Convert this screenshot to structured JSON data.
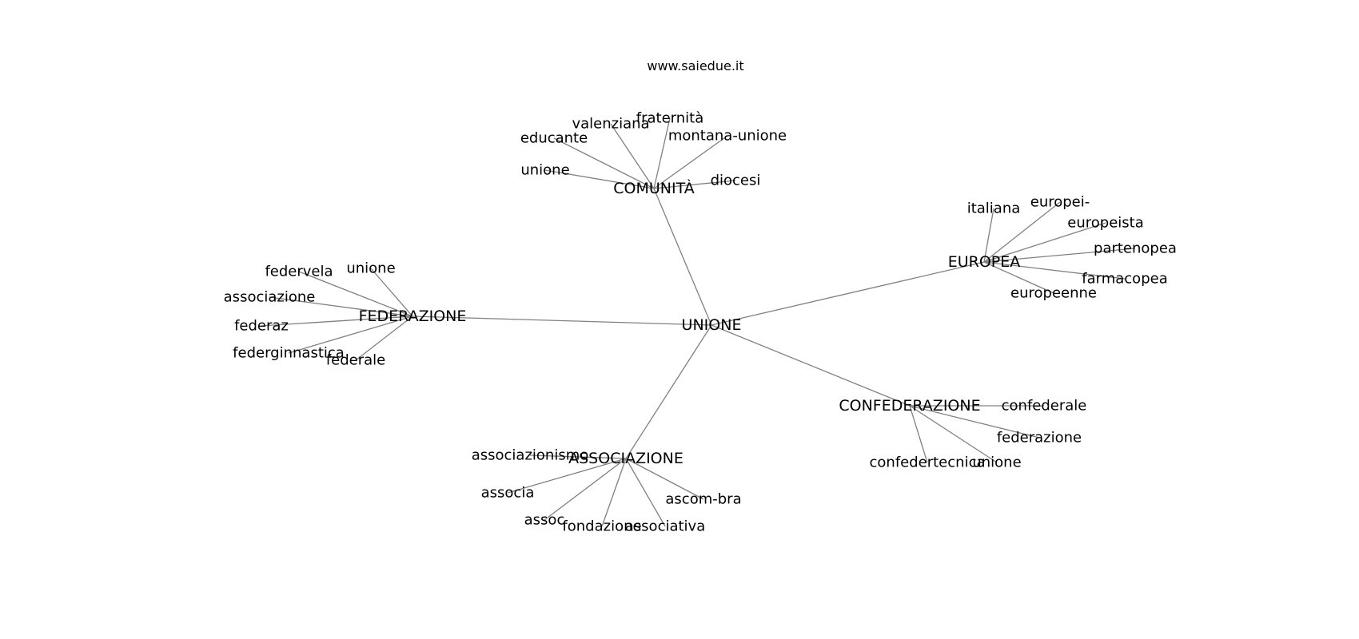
{
  "credit": "www.saiedue.it",
  "graph": {
    "center": "UNIONE",
    "hubs": [
      {
        "id": "comunita",
        "label": "COMUNITÀ",
        "leaves": [
          "unione",
          "educante",
          "valenziana",
          "fraternità",
          "montana-unione",
          "diocesi"
        ]
      },
      {
        "id": "europea",
        "label": "EUROPEA",
        "leaves": [
          "italiana",
          "europei-",
          "europeista",
          "partenopea",
          "farmacopea",
          "europeenne"
        ]
      },
      {
        "id": "federazione",
        "label": "FEDERAZIONE",
        "leaves": [
          "federvela",
          "unione",
          "associazione",
          "federaz",
          "federginnastica",
          "federale"
        ]
      },
      {
        "id": "associazione",
        "label": "ASSOCIAZIONE",
        "leaves": [
          "associazionismo",
          "associa",
          "assoc",
          "fondazione",
          "associativa",
          "ascom-bra"
        ]
      },
      {
        "id": "confederazione",
        "label": "CONFEDERAZIONE",
        "leaves": [
          "confederale",
          "federazione",
          "confedertecnica",
          "unione"
        ]
      }
    ]
  }
}
